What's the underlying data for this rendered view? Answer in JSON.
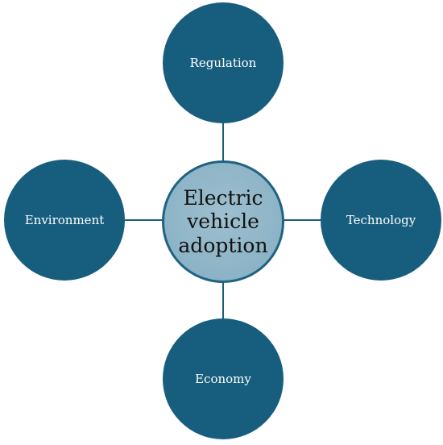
{
  "diagram": {
    "center_label": "Electric vehicle adoption",
    "nodes": {
      "top": "Regulation",
      "right": "Technology",
      "bottom": "Economy",
      "left": "Environment"
    },
    "colors": {
      "outer_node": "#175e7e",
      "center_fill": "#8cb3c6",
      "center_border": "#1f6382",
      "connector": "#1b5e7a"
    }
  }
}
